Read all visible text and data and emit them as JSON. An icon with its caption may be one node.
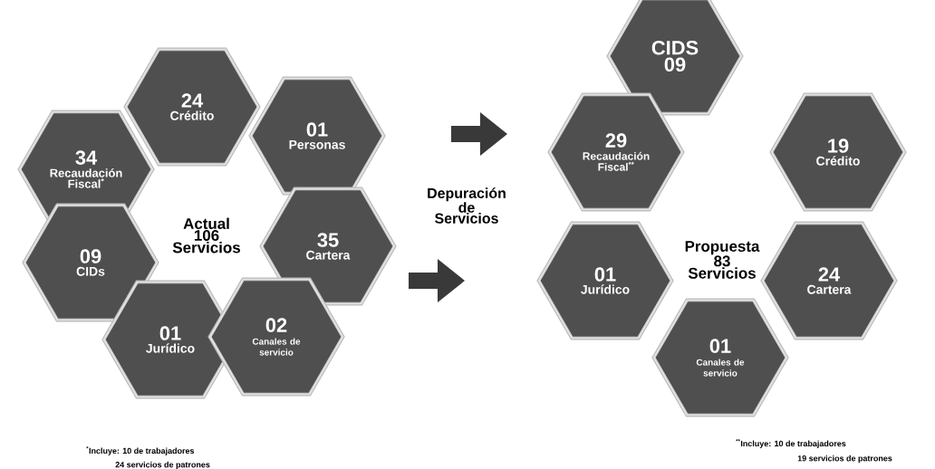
{
  "diagram": {
    "nodes": [
      {
        "text": [
          "24",
          "Crédito"
        ]
      },
      {
        "text": [
          "34",
          "Recaudación Fiscal$^{*}$"
        ]
      },
      {
        "text": [
          "01",
          "Personas"
        ]
      },
      {
        "text": [
          "09",
          "CIDs"
        ]
      },
      {
        "text": [
          "35",
          "Cartera"
        ]
      },
      {
        "text": [
          "01",
          "Jurídico"
        ]
      },
      {
        "text": [
          "02",
          "Canales de servicio"
        ]
      },
      {
        "text": [
          "CIDS",
          "09"
        ]
      },
      {
        "text": [
          "29",
          "Recaudación Fiscal$^{**}$"
        ]
      },
      {
        "text": [
          "19",
          "Crédito"
        ]
      },
      {
        "text": [
          "01",
          "Jurídico"
        ]
      },
      {
        "text": [
          "24",
          "Cartera"
        ]
      },
      {
        "text": [
          "01",
          "Canales de servicio"
        ]
      }
    ],
    "labels": [
      "Actual 106 Servicios",
      "Depuración de Servicios",
      "Propuesta 83 Servicios",
      "$^{*}$Incluye: 10 de trabajadores",
      "24 servicios de patrones",
      "$^{**}$Incluye: 10 de trabajadores",
      "19 servicios de patrones"
    ]
  }
}
